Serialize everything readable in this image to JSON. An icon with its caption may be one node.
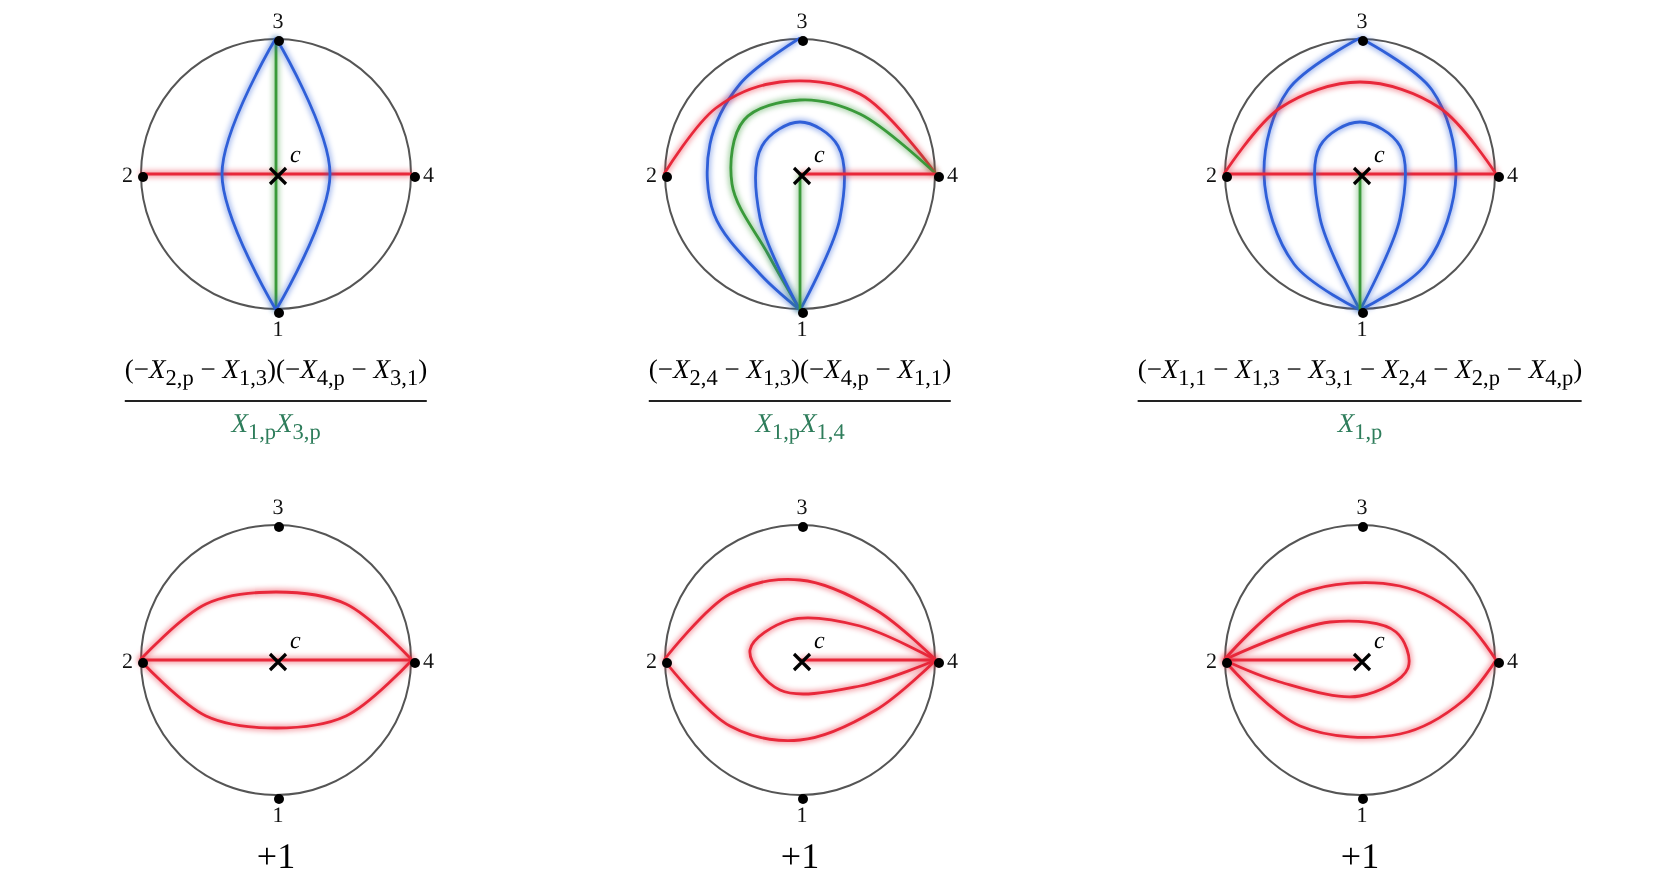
{
  "diagram": {
    "nodes": [
      {
        "text": [],
        "shape": "circle"
      },
      {
        "text": [
          "3"
        ],
        "in": 0
      },
      {
        "text": [
          "2"
        ],
        "in": 0
      },
      {
        "text": [
          "c"
        ],
        "in": 0
      },
      {
        "text": [
          "4"
        ],
        "in": 0
      },
      {
        "text": [
          "1"
        ],
        "in": 0
      },
      {
        "text": [],
        "shape": "circle"
      },
      {
        "text": [
          "3"
        ],
        "in": 6
      },
      {
        "text": [
          "2"
        ],
        "in": 6
      },
      {
        "text": [
          "c"
        ],
        "in": 6
      },
      {
        "text": [
          "4"
        ],
        "in": 6
      },
      {
        "text": [
          "1"
        ],
        "in": 6
      },
      {
        "text": [],
        "shape": "circle"
      },
      {
        "text": [
          "3"
        ],
        "in": 12
      },
      {
        "text": [
          "2"
        ],
        "in": 12
      },
      {
        "text": [
          "c"
        ],
        "in": 12
      },
      {
        "text": [
          "4"
        ],
        "in": 12
      },
      {
        "text": [
          "1"
        ],
        "in": 12
      },
      {
        "text": [],
        "shape": "circle"
      },
      {
        "text": [
          "3"
        ],
        "in": 18
      },
      {
        "text": [
          "2"
        ],
        "in": 18
      },
      {
        "text": [
          "c"
        ],
        "in": 18
      },
      {
        "text": [
          "4"
        ],
        "in": 18
      },
      {
        "text": [
          "1"
        ],
        "in": 18
      },
      {
        "text": [],
        "shape": "circle"
      },
      {
        "text": [
          "3"
        ],
        "in": 24
      },
      {
        "text": [
          "2"
        ],
        "in": 24
      },
      {
        "text": [
          "c"
        ],
        "in": 24
      },
      {
        "text": [
          "4"
        ],
        "in": 24
      },
      {
        "text": [
          "1"
        ],
        "in": 24
      },
      {
        "text": [],
        "shape": "circle"
      },
      {
        "text": [
          "3"
        ],
        "in": 30
      },
      {
        "text": [
          "2"
        ],
        "in": 30
      },
      {
        "text": [
          "c"
        ],
        "in": 30
      },
      {
        "text": [
          "4"
        ],
        "in": 30
      },
      {
        "text": [
          "1"
        ],
        "in": 30
      }
    ],
    "edges": [
      {
        "from": 2,
        "to": 3,
        "arrow": "none"
      },
      {
        "from": 3,
        "to": 4,
        "arrow": "none"
      },
      {
        "from": 1,
        "to": 3,
        "arrow": "none",
        "color": "#3a9a3a"
      },
      {
        "from": 3,
        "to": 5,
        "arrow": "none",
        "color": "#3a9a3a"
      },
      {
        "from": 1,
        "to": 5,
        "arrow": "none",
        "color": "#2f5fd8"
      },
      {
        "from": 1,
        "to": 5,
        "arrow": "none",
        "color": "#2f5fd8"
      },
      {
        "from": 7,
        "to": 11,
        "arrow": "none",
        "color": "#2f5fd8"
      },
      {
        "from": 8,
        "to": 10,
        "arrow": "none"
      },
      {
        "from": 10,
        "to": 11,
        "arrow": "none",
        "color": "#3a9a3a"
      },
      {
        "from": 11,
        "to": 11,
        "arrow": "none",
        "color": "#2f5fd8"
      },
      {
        "from": 9,
        "to": 10,
        "arrow": "none"
      },
      {
        "from": 9,
        "to": 11,
        "arrow": "none",
        "color": "#3a9a3a"
      },
      {
        "from": 13,
        "to": 17,
        "arrow": "none",
        "color": "#2f5fd8"
      },
      {
        "from": 13,
        "to": 17,
        "arrow": "none",
        "color": "#2f5fd8"
      },
      {
        "from": 14,
        "to": 16,
        "arrow": "none"
      },
      {
        "from": 14,
        "to": 15,
        "arrow": "none"
      },
      {
        "from": 15,
        "to": 16,
        "arrow": "none"
      },
      {
        "from": 17,
        "to": 17,
        "arrow": "none",
        "color": "#2f5fd8"
      },
      {
        "from": 15,
        "to": 17,
        "arrow": "none",
        "color": "#3a9a3a"
      },
      {
        "from": 20,
        "to": 22,
        "arrow": "none"
      },
      {
        "from": 20,
        "to": 22,
        "arrow": "none"
      },
      {
        "from": 20,
        "to": 21,
        "arrow": "none"
      },
      {
        "from": 21,
        "to": 22,
        "arrow": "none"
      },
      {
        "from": 26,
        "to": 28,
        "arrow": "none"
      },
      {
        "from": 26,
        "to": 28,
        "arrow": "none"
      },
      {
        "from": 28,
        "to": 28,
        "arrow": "none"
      },
      {
        "from": 27,
        "to": 28,
        "arrow": "none"
      },
      {
        "from": 32,
        "to": 34,
        "arrow": "none"
      },
      {
        "from": 32,
        "to": 34,
        "arrow": "none"
      },
      {
        "from": 32,
        "to": 32,
        "arrow": "none"
      },
      {
        "from": 32,
        "to": 33,
        "arrow": "none"
      }
    ],
    "labels": [
      "(−*X*$_{2,p}$ − *X*$_{1,3}$)(−*X*$_{4,p}$ − *X*$_{3,1}$)",
      "(−*X*$_{2,4}$ − *X*$_{1,3}$)(−*X*$_{4,p}$ − *X*$_{1,1}$)",
      "(−*X*$_{1,1}$ − *X*$_{1,3}$ − *X*$_{3,1}$ − *X*$_{2,4}$ − *X*$_{2,p}$ − *X*$_{4,p}$)",
      "*X*$_{1,p}$*X*$_{3,p}$",
      "*X*$_{1,p}$*X*$_{1,4}$",
      "*X*$_{1,p}$",
      "+1",
      "+1",
      "+1"
    ]
  }
}
